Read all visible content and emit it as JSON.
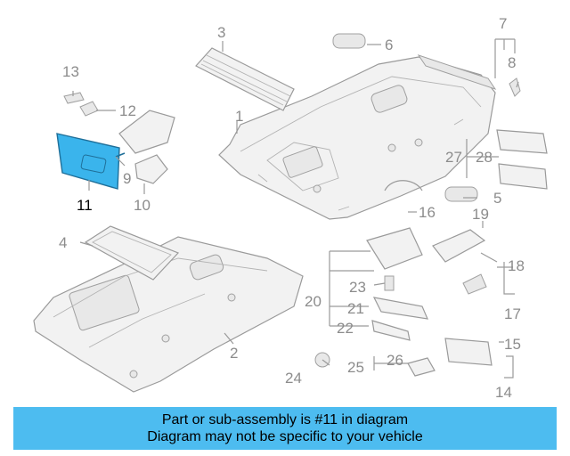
{
  "callouts": [
    "1",
    "2",
    "3",
    "4",
    "5",
    "6",
    "7",
    "8",
    "9",
    "10",
    "11",
    "12",
    "13",
    "14",
    "15",
    "16",
    "17",
    "18",
    "19",
    "20",
    "21",
    "22",
    "23",
    "24",
    "25",
    "26",
    "27",
    "28"
  ],
  "highlight_color": "#3ab4ec",
  "footer": {
    "line1": "Part or sub-assembly is #11 in diagram",
    "line2": "Diagram may not be specific to your vehicle",
    "background": "#4dbcf0"
  }
}
